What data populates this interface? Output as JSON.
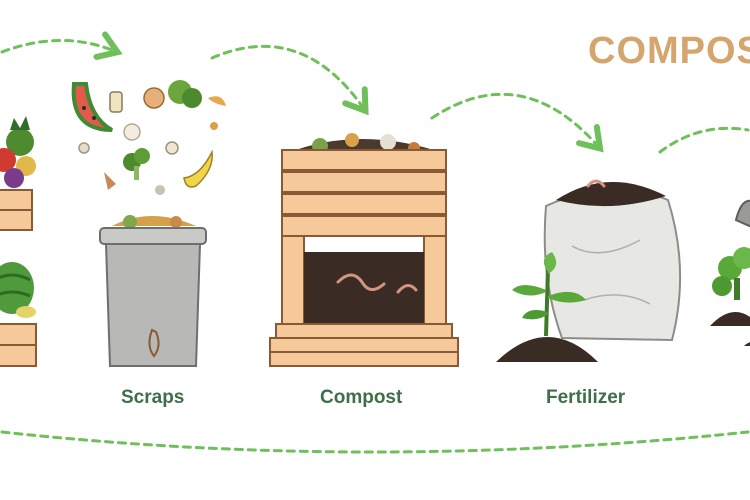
{
  "title": "COMPOST",
  "stages": [
    {
      "label": "Scraps",
      "icon": "trash-bin-icon"
    },
    {
      "label": "Compost",
      "icon": "compost-box-icon"
    },
    {
      "label": "Fertilizer",
      "icon": "fertilizer-sack-icon"
    }
  ],
  "colors": {
    "title": "#d4a56d",
    "labels": "#3f6e48",
    "arrows": "#6fbf5a",
    "wood": "#f5c99a",
    "bin": "#b8b8b6",
    "soil": "#3a2b24"
  }
}
